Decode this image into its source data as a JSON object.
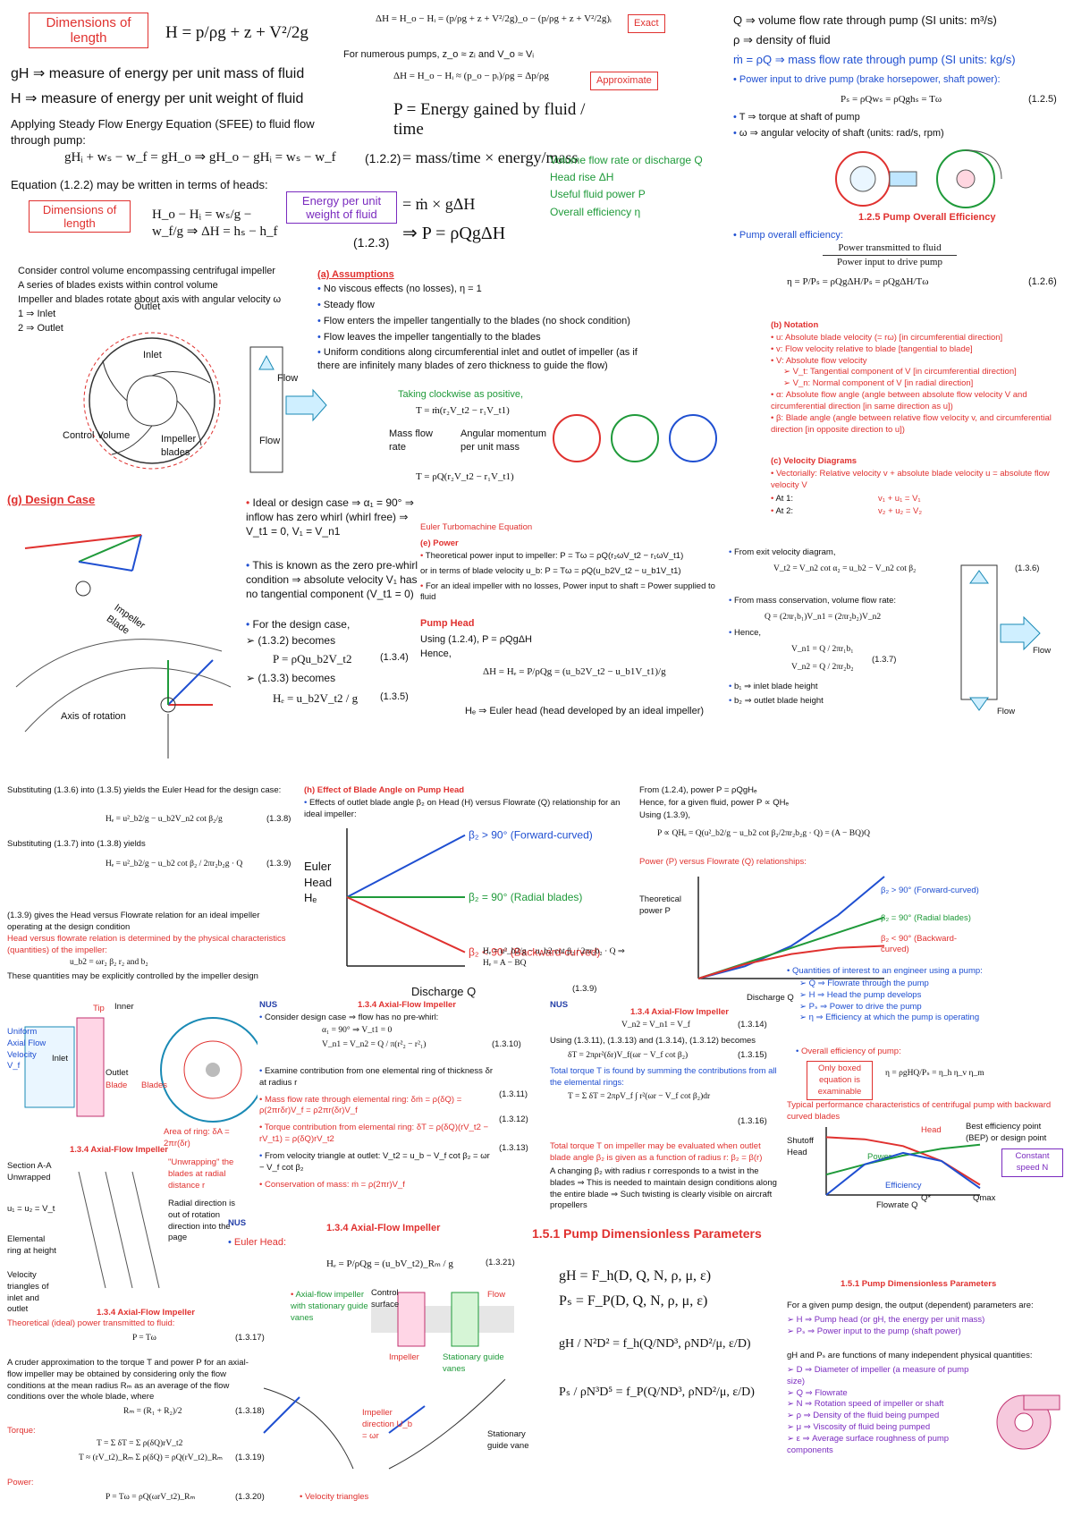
{
  "s1": {
    "dim_box": "Dimensions of length",
    "eq_H": "H = p/ρg + z + V²/2g",
    "gH_line": "gH ⇒ measure of energy per unit mass of fluid",
    "H_line": "H ⇒ measure of energy per unit weight of fluid",
    "sfee": "Applying Steady Flow Energy Equation (SFEE) to fluid flow through pump:",
    "eq_122": "gHᵢ + wₛ − w_f = gH_o ⇒ gH_o − gHᵢ = wₛ − w_f",
    "eq_122_num": "(1.2.2)",
    "heads": "Equation (1.2.2) may be written in terms of heads:",
    "dim_box2": "Dimensions of length",
    "eq_123": "H_o − Hᵢ = wₛ/g − w_f/g  ⇒ ΔH = hₛ − h_f",
    "eq_123_num": "(1.2.3)",
    "energy_box": "Energy per unit weight of fluid"
  },
  "s2": {
    "eq_exact": "ΔH = H_o − Hᵢ = (p/ρg + z + V²/2g)_o − (p/ρg + z + V²/2g)ᵢ",
    "exact_box": "Exact",
    "numerous": "For numerous pumps, z_o ≈ zᵢ and V_o ≈ Vᵢ",
    "eq_approx": "ΔH = H_o − Hᵢ ≈ (p_o − pᵢ)/ρg = Δp/ρg",
    "approx_box": "Approximate",
    "P_def": "P = Energy gained by fluid / time",
    "eq_mass": "= mass/time × energy/mass",
    "eq_mg": "= ṁ × gΔH",
    "eq_final": "⇒ P = ρQgΔH",
    "legend": [
      "Volume flow rate or discharge Q",
      "Head rise ΔH",
      "Useful fluid power P",
      "Overall efficiency η"
    ]
  },
  "s3": {
    "Q_line": "Q ⇒ volume flow rate through pump (SI units: m³/s)",
    "rho_line": "ρ ⇒ density of fluid",
    "m_line": "ṁ = ρQ ⇒ mass flow rate through pump (SI units: kg/s)",
    "power_input": "Power input to drive pump (brake horsepower, shaft power):",
    "eq_125": "Pₛ = ρQwₛ = ρQghₛ = Tω",
    "eq_125_num": "(1.2.5)",
    "T_line": "T ⇒ torque at shaft of pump",
    "w_line": "ω ⇒ angular velocity of shaft (units: rad/s, rpm)",
    "eff_title": "1.2.5   Pump Overall Efficiency",
    "overall_eff": "Pump overall efficiency:",
    "eta_frac_num": "Power transmitted to fluid",
    "eta_frac_den": "Power input to drive pump",
    "eq_126": "η = P/Pₛ = ρQgΔH/Pₛ = ρQgΔH/Tω",
    "eq_126_num": "(1.2.6)"
  },
  "s4": {
    "cv1": "Consider control volume encompassing centrifugal impeller",
    "cv2": "A series of blades exists within control volume",
    "cv3": "Impeller and blades rotate about axis with angular velocity ω",
    "inlet": "1 ⇒ Inlet",
    "outlet": "2 ⇒ Outlet",
    "lbl_outlet": "Outlet",
    "lbl_inlet": "Inlet",
    "lbl_cv": "Control Volume",
    "lbl_blades": "Impeller blades",
    "lbl_flow": "Flow",
    "lbl_flow2": "Flow"
  },
  "s5": {
    "title": "(a)  Assumptions",
    "items": [
      "No viscous effects (no losses), η = 1",
      "Steady flow",
      "Flow enters the impeller tangentially to the blades (no shock condition)",
      "Flow leaves the impeller tangentially to the blades",
      "Uniform conditions along circumferential inlet and outlet of impeller (as if there are infinitely many blades of zero thickness to guide the flow)"
    ],
    "clockwise": "Taking clockwise as positive,",
    "torque_eq": "T = ṁ(r₂V_t2 − r₁V_t1)",
    "mass_rate": "Mass flow rate",
    "ang_mom": "Angular momentum per unit mass",
    "torque_eq2": "T = ρQ(r₂V_t2 − r₁V_t1)"
  },
  "s6": {
    "title": "(b) Notation",
    "items": [
      "u: Absolute blade velocity (= rω) [in circumferential direction]",
      "v: Flow velocity relative to blade [tangential to blade]",
      "V: Absolute flow velocity",
      "V_t: Tangential component of V [in circumferential direction]",
      "V_n: Normal component of V [in radial direction]",
      "α: Absolute flow angle (angle between absolute flow velocity V and circumferential direction [in same direction as u])",
      "β: Blade angle (angle between relative flow velocity v, and circumferential direction [in opposite direction to u])"
    ],
    "vd_title": "(c) Velocity Diagrams",
    "vd_text": "Vectorially: Relative velocity v + absolute blade velocity u = absolute flow velocity V",
    "at1": "At 1:",
    "at2": "At 2:",
    "eq1": "v₁ + u₁ = V₁",
    "eq2": "v₂ + u₂ = V₂"
  },
  "s7": {
    "title": "(g)  Design Case",
    "axis_label": "Axis of rotation",
    "lbl_impeller": "Impeller Blade",
    "ideal": "Ideal or design case ⇒ α₁ = 90° ⇒ inflow has zero whirl (whirl free) ⇒ V_t1 = 0, V₁ = V_n1",
    "zero_prewhirl": "This is known as the zero pre-whirl condition ⇒ absolute velocity V₁ has no tangential component (V_t1 = 0)",
    "design_case": "For the design case,",
    "b132": "(1.3.2) becomes",
    "eq_134": "P = ρQu_b2V_t2",
    "eq_134_num": "(1.3.4)",
    "b133": "(1.3.3) becomes",
    "eq_135": "Hₑ = u_b2V_t2 / g",
    "eq_135_num": "(1.3.5)",
    "euler": "Euler Turbomachine Equation"
  },
  "s8": {
    "power_title": "(e) Power",
    "power_items": [
      "Theoretical power input to impeller: P = Tω = ρQ(r₂ωV_t2 − r₁ωV_t1)",
      "or in terms of blade velocity u_b: P = Tω = ρQ(u_b2V_t2 − u_b1V_t1)",
      "For an ideal impeller with no losses, Power input to shaft = Power supplied to fluid"
    ],
    "head_title": "Pump Head",
    "head_text": "Using (1.2.4), P = ρQgΔH",
    "hence": "Hence,",
    "eq_head": "ΔH = Hₑ = P/ρQg = (u_b2V_t2 − u_b1V_t1)/g",
    "euler_head": "Hₑ ⇒ Euler head (head developed by an ideal impeller)"
  },
  "s9": {
    "exit": "From exit velocity diagram,",
    "eq_136": "V_t2 = V_n2 cot α₂ = u_b2 − V_n2 cot β₂",
    "eq_136_num": "(1.3.6)",
    "mass_cons": "From mass conservation, volume flow rate:",
    "eq_Q": "Q = (2πr₁b₁)V_n1 = (2πr₂b₂)V_n2",
    "hence": "Hence,",
    "eq_137a": "V_n1 = Q / 2πr₁b₁",
    "eq_137b": "V_n2 = Q / 2πr₂b₂",
    "eq_137_num": "(1.3.7)",
    "b1": "b₁ ⇒ inlet blade height",
    "b2": "b₂ ⇒ outlet blade height",
    "lbl_flow": "Flow",
    "lbl_flow2": "Flow"
  },
  "s10": {
    "sub1": "Substituting (1.3.6) into (1.3.5) yields the Euler Head for the design case:",
    "eq_138": "Hₑ = u²_b2/g − u_b2V_n2 cot β₂/g",
    "eq_138_num": "(1.3.8)",
    "sub2": "Substituting (1.3.7) into (1.3.8) yields",
    "eq_139": "Hₑ = u²_b2/g − u_b2 cot β₂ / 2πr₂b₂g · Q",
    "eq_139_num": "(1.3.9)",
    "t1": "(1.3.9) gives the Head versus Flowrate relation for an ideal impeller operating at the design condition",
    "t2": "Head versus flowrate relation is determined by the physical characteristics (quantities) of the impeller:",
    "t3": "u_b2 = ωr₂    β₂    r₂    and    b₂",
    "t4": "These quantities may be explicitly controlled by the impeller design"
  },
  "s11": {
    "title": "(h) Effect of Blade Angle on Pump Head",
    "text": "Effects of outlet blade angle β₂ on Head (H) versus Flowrate (Q) relationship for an ideal impeller:",
    "ylabel": "Euler Head Hₑ",
    "xlabel": "Discharge Q",
    "eq": "Hₑ = u²_b2/g − u_b2 cot β₂ / 2πr₂b₂ · Q  ⇒ Hₑ = A − BQ",
    "eq_num": "(1.3.9)"
  },
  "s12": {
    "from": "From (1.2.4), power P = ρQgHₑ",
    "hence": "Hence, for a given fluid, power P ∝ QHₑ",
    "using": "Using (1.3.9),",
    "eq": "P ∝ QHₑ = Q(u²_b2/g − u_b2 cot β₂/2πr₂b₂g · Q) = (A − BQ)Q",
    "pvq": "Power (P) versus Flowrate (Q) relationships:",
    "ylabel": "Theoretical power P",
    "xlabel": "Discharge Q",
    "interest": "Quantities of interest to an engineer using a pump:",
    "items": [
      "Q ⇒ Flowrate through the pump",
      "H ⇒ Head the pump develops",
      "Pₛ ⇒ Power to drive the pump",
      "η ⇒ Efficiency at which the pump is operating"
    ]
  },
  "s13": {
    "title": "1.3.4   Axial-Flow Impeller",
    "design": "Consider design case ⇒ flow has no pre-whirl:",
    "eq1": "α₁ = 90° ⇒ V_t1 = 0",
    "eq2": "V_n1 = V_n2 = Q / π(r²₂ − r²₁)",
    "eq_num1": "(1.3.10)",
    "items": [
      "Examine contribution from one elemental ring of thickness δr at radius r",
      "Mass flow rate through elemental ring: δṁ = ρ(δQ) = ρ(2πrδr)V_f = ρ2πr(δr)V_f",
      "Torque contribution from elemental ring: δT = ρ(δQ)(rV_t2 − rV_t1) = ρ(δQ)rV_t2",
      "From velocity triangle at outlet: V_t2 = u_b − V_f cot β₂ = ωr − V_f cot β₂",
      "Conservation of mass: ṁ = ρ(2πr)V_f"
    ],
    "nums": [
      "(1.3.11)",
      "(1.3.12)",
      "(1.3.13)"
    ]
  },
  "s14": {
    "title": "1.3.4   Axial-Flow Impeller",
    "eq1": "V_n2 = V_n1 = V_f",
    "eq1_num": "(1.3.14)",
    "using": "Using (1.3.11), (1.3.13) and (1.3.14), (1.3.12) becomes",
    "eq2": "δT = 2πρr²(δr)V_f(ωr − V_f cot β₂)",
    "eq2_num": "(1.3.15)",
    "total": "Total torque T is found by summing the contributions from all the elemental rings:",
    "eq3": "T = Σ δT = 2πρV_f ∫ r²(ωr − V_f cot β₂)dr",
    "eq3_num": "(1.3.16)",
    "note1": "Total torque T on impeller may be evaluated when outlet blade angle β₂ is given as a function of radius r: β₂ = β(r)",
    "note2": "A changing β₂ with radius r corresponds to a twist in the blades ⇒ This is needed to maintain design conditions along the entire blade ⇒ Such twisting is clearly visible on aircraft propellers"
  },
  "s15": {
    "overall": "Overall efficiency of pump:",
    "only_box": "Only boxed equation is examinable",
    "eta_eq": "η = ρgHQ/Pₛ = η_h η_v η_m",
    "typical": "Typical performance characteristics of centrifugal pump with backward curved blades",
    "bep": "Best efficiency point (BEP) or design point",
    "const": "Constant speed N",
    "ylabel": "Shutoff Head",
    "head": "Head",
    "power": "Power",
    "eff": "Efficiency",
    "xlabel": "Flowrate Q",
    "qmax": "Qmax",
    "qstar": "Q*"
  },
  "s16": {
    "tip": "Tip",
    "inner": "Inner",
    "uniform": "Uniform Axial Flow Velocity V_f",
    "inlet": "Inlet",
    "outlet": "Outlet",
    "blade": "Blade",
    "blades": "Blades",
    "area": "Area of ring: δA = 2πr(δr)",
    "sec_title": "1.3.4   Axial-Flow Impeller",
    "untwisting": "\"Unwrapping\" the blades at radial distance r",
    "radial_dir": "Radial direction is out of rotation direction into the page",
    "section": "Section A-A Unwrapped",
    "elem": "Elemental ring at height",
    "vel_tri": "Velocity triangles of inlet and outlet",
    "eq_u": "u₁ = u₂ = V_t"
  },
  "s17": {
    "title": "1.3.4   Axial-Flow Impeller",
    "theoretical": "Theoretical (ideal) power transmitted to fluid:",
    "eq_p": "P = Tω",
    "eq_p_num": "(1.3.17)",
    "cruder": "A cruder approximation to the torque T and power P for an axial-flow impeller may be obtained by considering only the flow conditions at the mean radius Rₘ as an average of the flow conditions over the whole blade, where",
    "eq_rm": "Rₘ = (R₁ + R₂)/2",
    "eq_rm_num": "(1.3.18)",
    "torque": "Torque:",
    "eq_t1": "T = Σ δT = Σ ρ(δQ)rV_t2",
    "eq_t2": "T ≈ (rV_t2)_Rₘ Σ ρ(δQ) = ρQ(rV_t2)_Rₘ",
    "eq_t_num": "(1.3.19)",
    "power": "Power:",
    "eq_pw": "P = Tω = ρQ(ωrV_t2)_Rₘ",
    "eq_pw_num": "(1.3.20)"
  },
  "s18": {
    "title": "1.3.4   Axial-Flow Impeller",
    "euler": "Euler Head:",
    "eq": "Hₑ = P/ρQg = (u_bV_t2)_Rₘ / g",
    "eq_num": "(1.3.21)",
    "axial": "Axial-flow impeller with stationary guide vanes",
    "vel_tri": "Velocity triangles",
    "impeller_dir": "Impeller direction U_b = ωr",
    "stationary": "Stationary guide vane",
    "cs": "Control surface",
    "flow": "Flow",
    "impeller": "Impeller",
    "guide": "Stationary guide vanes"
  },
  "s19": {
    "title": "1.5.1   Pump Dimensionless Parameters",
    "eq1": "gH = F_h(D, Q, N, ρ, μ, ε)",
    "eq2": "Pₛ = F_P(D, Q, N, ρ, μ, ε)",
    "eq3": "gH / N²D² = f_h(Q/ND³, ρND²/μ, ε/D)",
    "eq4": "Pₛ / ρN³D⁵ = f_P(Q/ND³, ρND²/μ, ε/D)"
  },
  "s20": {
    "title": "1.5.1   Pump Dimensionless Parameters",
    "given": "For a given pump design, the output (dependent) parameters are:",
    "dep": [
      "H ⇒ Pump head (or gH, the energy per unit mass)",
      "Pₛ ⇒ Power input to the pump (shaft power)"
    ],
    "func": "gH and Pₛ are functions of many independent physical quantities:",
    "indep": [
      "D ⇒ Diameter of impeller (a measure of pump size)",
      "Q ⇒ Flowrate",
      "N ⇒ Rotation speed of impeller or shaft",
      "ρ ⇒ Density of the fluid being pumped",
      "μ ⇒ Viscosity of fluid being pumped",
      "ε ⇒ Average surface roughness of pump components"
    ]
  },
  "colors": {
    "red": "#e0312f",
    "green": "#1f9a3a",
    "blue": "#1f4fd1",
    "purple": "#7a2bbf"
  },
  "chart_data": [
    {
      "type": "line",
      "title": "(h) Effect of Blade Angle on Pump Head",
      "xlabel": "Discharge Q",
      "ylabel": "Euler Head Hₑ",
      "x": [
        0,
        1
      ],
      "series": [
        {
          "name": "β₂ > 90° (Forward-curved)",
          "values": [
            0.5,
            0.95
          ],
          "color": "#1f4fd1"
        },
        {
          "name": "β₂ = 90° (Radial blades)",
          "values": [
            0.5,
            0.5
          ],
          "color": "#1f9a3a"
        },
        {
          "name": "β₂ < 90° (Backward-curved)",
          "values": [
            0.5,
            0.1
          ],
          "color": "#e0312f"
        }
      ]
    },
    {
      "type": "line",
      "title": "Power (P) versus Flowrate (Q) relationships",
      "xlabel": "Discharge Q",
      "ylabel": "Theoretical power P",
      "x": [
        0,
        0.25,
        0.5,
        0.75,
        1
      ],
      "series": [
        {
          "name": "β₂ > 90° (Forward-curved)",
          "values": [
            0,
            0.12,
            0.32,
            0.62,
            1.0
          ],
          "color": "#1f4fd1"
        },
        {
          "name": "β₂ = 90° (Radial blades)",
          "values": [
            0,
            0.15,
            0.3,
            0.45,
            0.6
          ],
          "color": "#1f9a3a"
        },
        {
          "name": "β₂ < 90° (Backward-curved)",
          "values": [
            0,
            0.14,
            0.24,
            0.3,
            0.32
          ],
          "color": "#e0312f"
        }
      ]
    },
    {
      "type": "line",
      "title": "Typical performance characteristics of centrifugal pump with backward curved blades",
      "xlabel": "Flowrate Q",
      "ylabel": "Head",
      "x": [
        0,
        0.25,
        0.5,
        0.75,
        1
      ],
      "series": [
        {
          "name": "Head",
          "values": [
            0.85,
            0.82,
            0.72,
            0.5,
            0.15
          ],
          "color": "#e0312f"
        },
        {
          "name": "Power",
          "values": [
            0.3,
            0.45,
            0.58,
            0.68,
            0.74
          ],
          "color": "#1f9a3a"
        },
        {
          "name": "Efficiency",
          "values": [
            0,
            0.45,
            0.62,
            0.5,
            0.1
          ],
          "color": "#1f4fd1"
        }
      ]
    }
  ]
}
